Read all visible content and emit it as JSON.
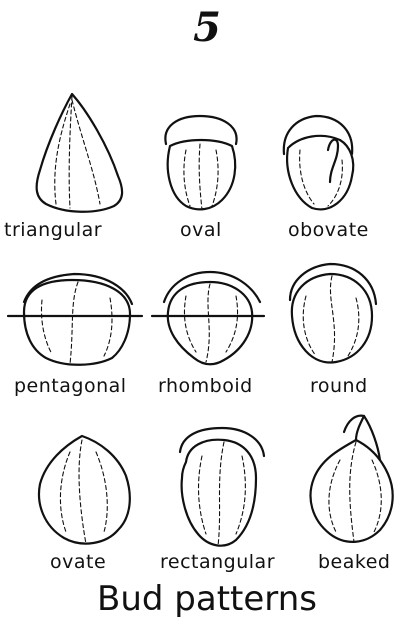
{
  "page_number": "5",
  "caption": "Bud patterns",
  "buds": [
    {
      "label": "triangular"
    },
    {
      "label": "oval"
    },
    {
      "label": "obovate"
    },
    {
      "label": "pentagonal"
    },
    {
      "label": "rhomboid"
    },
    {
      "label": "round"
    },
    {
      "label": "ovate"
    },
    {
      "label": "rectangular"
    },
    {
      "label": "beaked"
    }
  ]
}
